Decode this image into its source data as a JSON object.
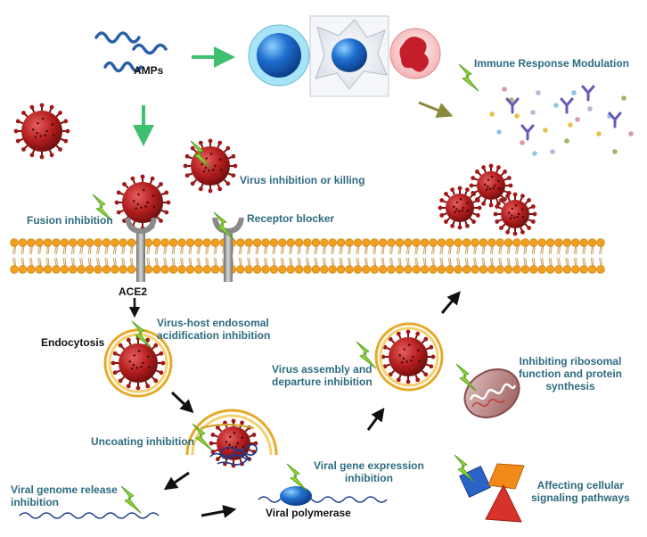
{
  "labels": {
    "amps": "AMPs",
    "immune": "Immune Response Modulation",
    "virus_kill": "Virus inhibition or killing",
    "fusion": "Fusion inhibition",
    "receptor": "Receptor blocker",
    "ace2": "ACE2",
    "endocytosis": "Endocytosis",
    "acid_1": "Virus-host endosomal",
    "acid_2": "acidification inhibition",
    "assembly_1": "Virus assembly and",
    "assembly_2": "departure inhibition",
    "ribosome_1": "Inhibiting ribosomal",
    "ribosome_2": "function and protein",
    "ribosome_3": "synthesis",
    "uncoating": "Uncoating inhibition",
    "genome_1": "Viral genome release",
    "genome_2": "inhibition",
    "gene_1": "Viral gene expression",
    "gene_2": "inhibition",
    "polymerase": "Viral polymerase",
    "signaling_1": "Affecting cellular",
    "signaling_2": "signaling pathways"
  },
  "colors": {
    "label_teal": "#2e6b80",
    "virus_red": "#b41e1e",
    "lipid_head": "#f0a020",
    "lightning": "#8fd43a",
    "arrow_green": "#3fc070",
    "cell_blue": "#1f6fd0"
  }
}
